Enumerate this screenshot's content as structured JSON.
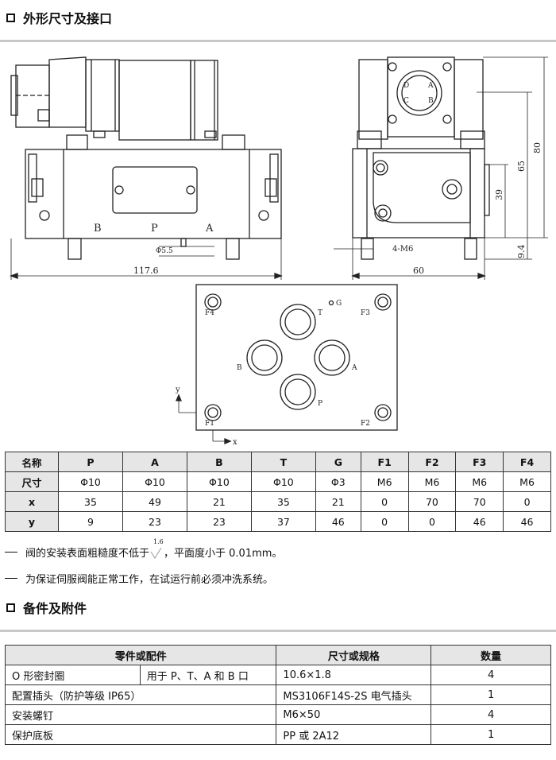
{
  "section1": {
    "title": "外形尺寸及接口"
  },
  "drawing": {
    "front_ports": [
      "B",
      "P",
      "A"
    ],
    "dim_width": "117.6",
    "dim_small": "Φ5.5",
    "side_dims": {
      "width": "60",
      "h80": "80",
      "h65": "65",
      "h39": "39",
      "h94": "9.4",
      "bolt": "4-M6"
    },
    "connector_pins": [
      "D",
      "A",
      "C",
      "B"
    ],
    "plate_labels": {
      "f4": "F4",
      "f3": "F3",
      "f1": "F1",
      "f2": "F2",
      "t": "T",
      "g": "G",
      "b": "B",
      "a": "A",
      "p": "P",
      "x": "x",
      "y": "y"
    }
  },
  "dim_table": {
    "headers": [
      "名称",
      "P",
      "A",
      "B",
      "T",
      "G",
      "F1",
      "F2",
      "F3",
      "F4"
    ],
    "rows": [
      {
        "label": "尺寸",
        "cells": [
          "Φ10",
          "Φ10",
          "Φ10",
          "Φ10",
          "Φ3",
          "M6",
          "M6",
          "M6",
          "M6"
        ]
      },
      {
        "label": "x",
        "cells": [
          "35",
          "49",
          "21",
          "35",
          "21",
          "0",
          "70",
          "70",
          "0"
        ]
      },
      {
        "label": "y",
        "cells": [
          "9",
          "23",
          "23",
          "37",
          "46",
          "0",
          "0",
          "46",
          "46"
        ]
      }
    ]
  },
  "notes": {
    "note1_a": "阀的安装表面粗糙度不低于",
    "roughness": "1.6",
    "note1_b": "，平面度小于 0.01mm。",
    "note2": "为保证伺服阀能正常工作，在试运行前必须冲洗系统。"
  },
  "section2": {
    "title": "备件及附件"
  },
  "acc_table": {
    "headers": [
      "零件或配件",
      "尺寸或规格",
      "数量"
    ],
    "rows": [
      {
        "part": "O 形密封圈",
        "sub": "用于 P、T、A 和 B 口",
        "spec": "10.6×1.8",
        "qty": "4"
      },
      {
        "part": "配置插头（防护等级 IP65）",
        "spec": "MS3106F14S-2S 电气插头",
        "qty": "1"
      },
      {
        "part": "安装螺钉",
        "spec": "M6×50",
        "qty": "4"
      },
      {
        "part": "保护底板",
        "spec": "PP 或 2A12",
        "qty": "1"
      }
    ]
  }
}
